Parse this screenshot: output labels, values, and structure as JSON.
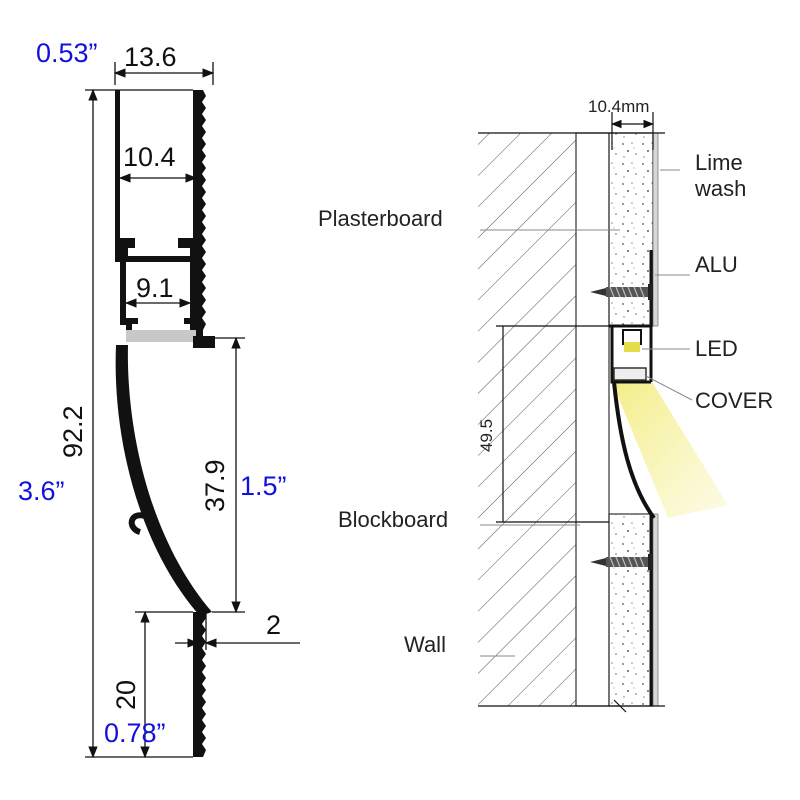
{
  "profile": {
    "inch_top": "0.53”",
    "dim_width": "13.6",
    "dim_inner": "10.4",
    "dim_channel": "9.1",
    "dim_height": "92.2",
    "inch_height": "3.6”",
    "dim_mid": "37.9",
    "inch_mid": "1.5”",
    "dim_lip": "2",
    "dim_foot": "20",
    "inch_foot": "0.78”"
  },
  "section": {
    "dim_top": "10.4mm",
    "dim_gap": "49.5",
    "labels": {
      "lime_1": "Lime",
      "lime_2": "wash",
      "plasterboard": "Plasterboard",
      "alu": "ALU",
      "led": "LED",
      "cover": "COVER",
      "blockboard": "Blockboard",
      "wall": "Wall"
    }
  },
  "colors": {
    "line": "#111111",
    "inch_text": "#1111dd",
    "led_glow": "#f2ee9a",
    "diffuser": "#c8c8c8"
  }
}
